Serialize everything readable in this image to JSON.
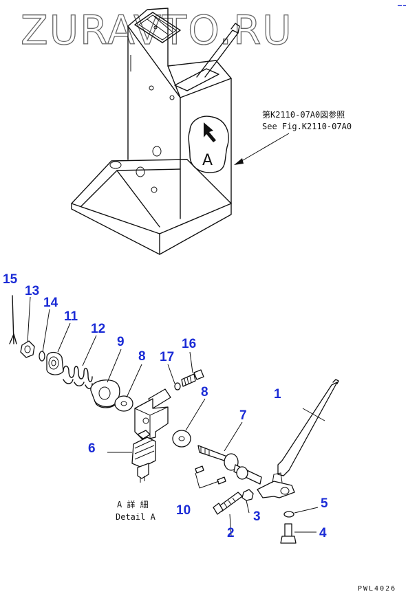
{
  "watermark": "ZURAVTO.RU",
  "reference": {
    "jp": "第K2110-07A0図参照",
    "en": "See Fig.K2110-07A0"
  },
  "view_label": "A",
  "detail": {
    "jp": "A 詳 細",
    "en": "Detail A"
  },
  "drawing_code": "PWL4026",
  "accent_color": "#1a2bd6",
  "callouts": {
    "c1": "1",
    "c2": "2",
    "c3": "3",
    "c4": "4",
    "c5": "5",
    "c6": "6",
    "c7": "7",
    "c8a": "8",
    "c8b": "8",
    "c9": "9",
    "c10": "10",
    "c11": "11",
    "c12": "12",
    "c13": "13",
    "c14": "14",
    "c15": "15",
    "c16": "16",
    "c17": "17"
  }
}
